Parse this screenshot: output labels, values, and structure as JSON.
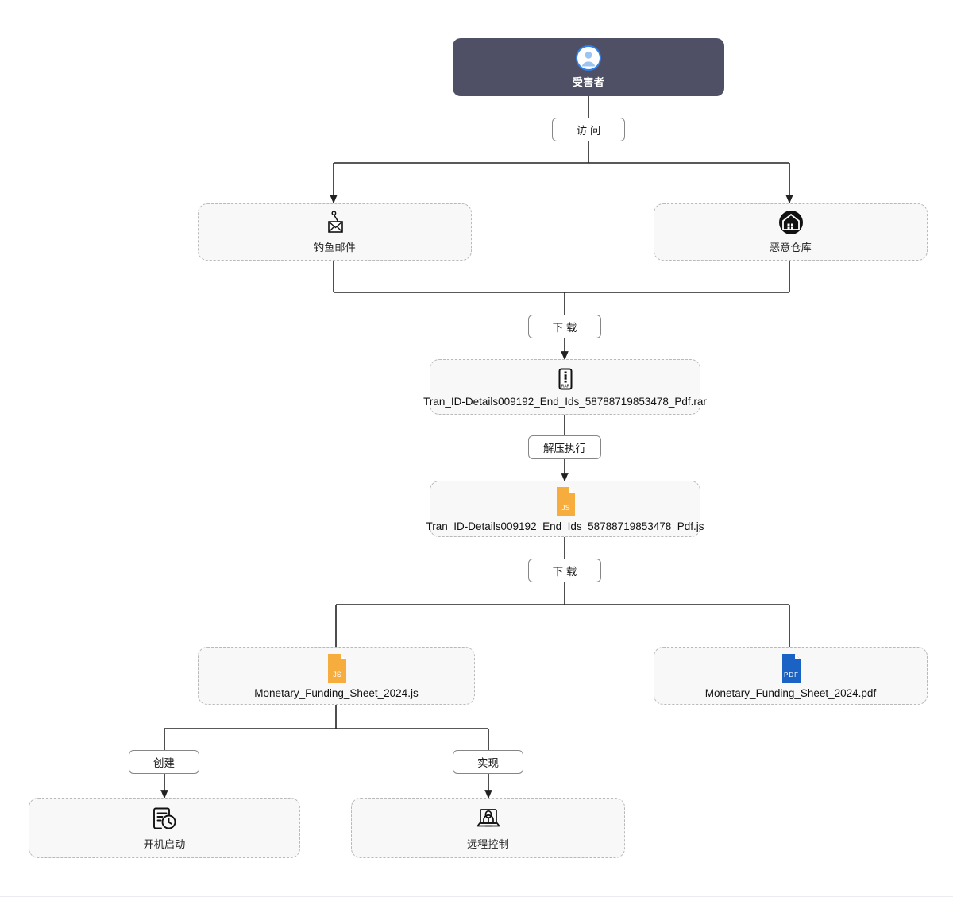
{
  "diagram": {
    "type": "attack-chain-flowchart",
    "title": "",
    "colors": {
      "root_fill": "#4f5066",
      "node_fill": "#f8f8f8",
      "node_border": "#b9b9b9",
      "edge": "#222222",
      "js_icon": "#f7ad3e",
      "pdf_icon": "#1a62c4",
      "avatar_ring": "#2f80ed",
      "avatar_glyph": "#7fb3f0"
    },
    "nodes": [
      {
        "id": "victim",
        "label": "受害者",
        "icon": "user-avatar-icon",
        "style": "root"
      },
      {
        "id": "phishing",
        "label": "钓鱼邮件",
        "icon": "phishing-mail-icon",
        "style": "step"
      },
      {
        "id": "repo",
        "label": "恶意仓库",
        "icon": "malicious-warehouse-icon",
        "style": "step"
      },
      {
        "id": "rar",
        "label": "Tran_ID-Details009192_End_Ids_58788719853478_Pdf.rar",
        "icon": "rar-archive-icon",
        "style": "step"
      },
      {
        "id": "js1",
        "label": "Tran_ID-Details009192_End_Ids_58788719853478_Pdf.js",
        "icon": "js-file-icon",
        "style": "step"
      },
      {
        "id": "js2",
        "label": "Monetary_Funding_Sheet_2024.js",
        "icon": "js-file-icon",
        "style": "step"
      },
      {
        "id": "pdf",
        "label": "Monetary_Funding_Sheet_2024.pdf",
        "icon": "pdf-file-icon",
        "style": "step"
      },
      {
        "id": "startup",
        "label": "开机启动",
        "icon": "scheduled-task-icon",
        "style": "step"
      },
      {
        "id": "remote",
        "label": "远程控制",
        "icon": "remote-control-icon",
        "style": "step"
      }
    ],
    "edge_labels": [
      {
        "id": "access",
        "text": "访 问"
      },
      {
        "id": "download1",
        "text": "下 载"
      },
      {
        "id": "unpack",
        "text": "解压执行"
      },
      {
        "id": "download2",
        "text": "下 载"
      },
      {
        "id": "create",
        "text": "创建"
      },
      {
        "id": "achieve",
        "text": "实现"
      }
    ],
    "edges": [
      {
        "from": "victim",
        "via": "access",
        "to": [
          "phishing",
          "repo"
        ]
      },
      {
        "from": "phishing",
        "via": "download1",
        "to": [
          "rar"
        ]
      },
      {
        "from": "repo",
        "via": "download1",
        "to": [
          "rar"
        ]
      },
      {
        "from": "rar",
        "via": "unpack",
        "to": [
          "js1"
        ]
      },
      {
        "from": "js1",
        "via": "download2",
        "to": [
          "js2",
          "pdf"
        ]
      },
      {
        "from": "js2",
        "via": "create",
        "to": [
          "startup"
        ]
      },
      {
        "from": "js2",
        "via": "achieve",
        "to": [
          "remote"
        ]
      }
    ]
  }
}
